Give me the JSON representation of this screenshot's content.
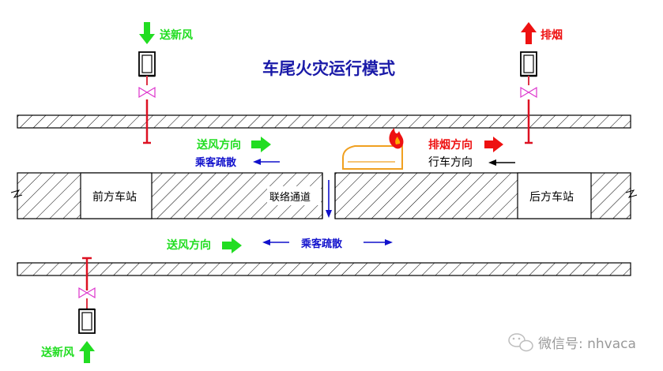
{
  "title": "车尾火灾运行模式",
  "labels": {
    "supply_fresh_air_top": "送新风",
    "exhaust_smoke": "排烟",
    "supply_air_direction_upper": "送风方向",
    "passenger_evacuation_upper": "乘客疏散",
    "smoke_direction": "排烟方向",
    "train_direction": "行车方向",
    "front_station": "前方车站",
    "connecting_passage": "联络通道",
    "rear_station": "后方车站",
    "supply_air_direction_lower": "送风方向",
    "passenger_evacuation_lower": "乘客疏散",
    "supply_fresh_air_bottom": "送新风"
  },
  "watermark": {
    "text": "微信号: nhvaca",
    "icon": "wechat-icon"
  },
  "colors": {
    "supply": "#22dd22",
    "smoke": "#ee1111",
    "evacuation": "#1111cc",
    "train": "#f0a020",
    "fire": "#ee1111",
    "title": "#1a1aa8",
    "damper": "#dd33cc",
    "wall": "#000000"
  }
}
